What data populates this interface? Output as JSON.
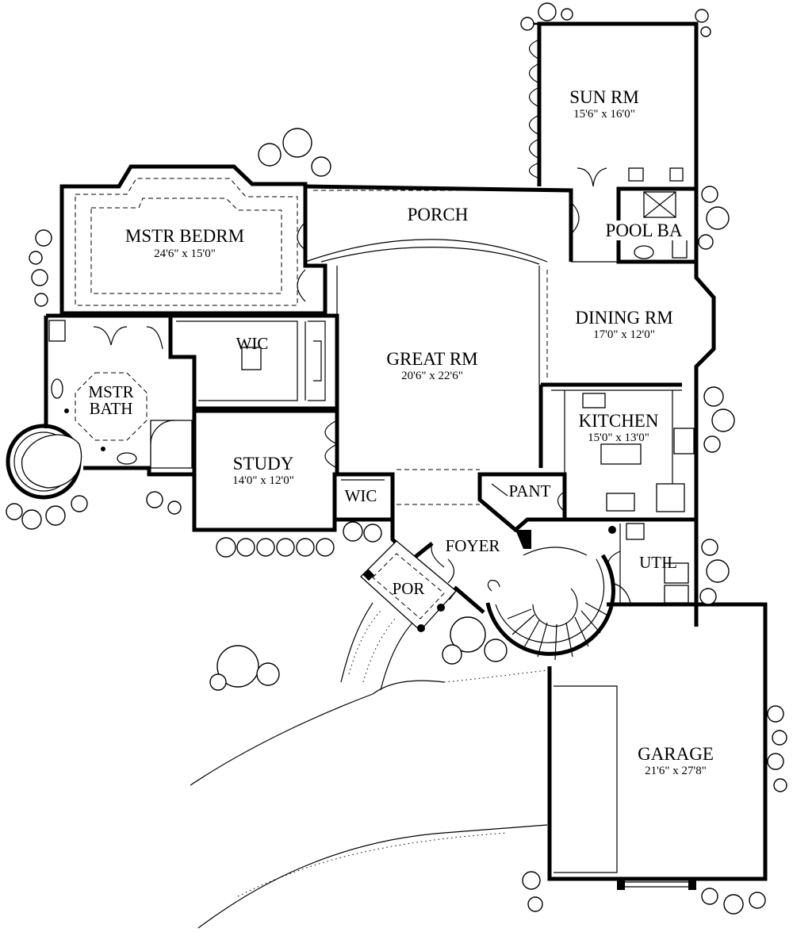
{
  "rooms": {
    "sun_rm": {
      "name": "SUN RM",
      "dims": "15'6\" x 16'0\""
    },
    "porch": {
      "name": "PORCH"
    },
    "pool_bath": {
      "name": "POOL BA"
    },
    "mstr_bedrm": {
      "name": "MSTR BEDRM",
      "dims": "24'6\" x 15'0\""
    },
    "dining_rm": {
      "name": "DINING RM",
      "dims": "17'0\" x 12'0\""
    },
    "wic_master": {
      "name": "WIC"
    },
    "great_rm": {
      "name": "GREAT RM",
      "dims": "20'6\" x 22'6\""
    },
    "mstr_bath": {
      "name_line1": "MSTR",
      "name_line2": "BATH"
    },
    "kitchen": {
      "name": "KITCHEN",
      "dims": "15'0\" x 13'0\""
    },
    "study": {
      "name": "STUDY",
      "dims": "14'0\" x 12'0\""
    },
    "wic_study": {
      "name": "WIC"
    },
    "pantry": {
      "name": "PANT"
    },
    "foyer": {
      "name": "FOYER"
    },
    "util": {
      "name": "UTIL"
    },
    "portico": {
      "name": "POR"
    },
    "garage": {
      "name": "GARAGE",
      "dims": "21'6\" x 27'8\""
    }
  }
}
